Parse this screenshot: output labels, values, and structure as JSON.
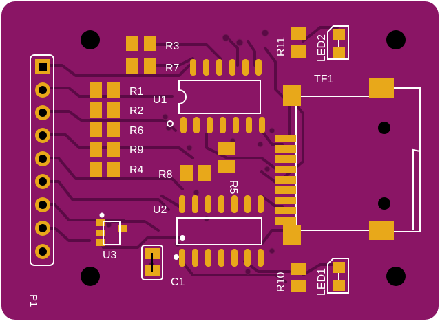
{
  "colors": {
    "board": "#8a1565",
    "copper": "#5a0a45",
    "pad": "#e8a81a",
    "silk": "#ffffff",
    "hole": "#000000"
  },
  "labels": {
    "r3": "R3",
    "r7": "R7",
    "r1": "R1",
    "r2": "R2",
    "r6": "R6",
    "r9": "R9",
    "r4": "R4",
    "r8": "R8",
    "r5": "R5",
    "r10": "R10",
    "r11": "R11",
    "u1": "U1",
    "u2": "U2",
    "u3": "U3",
    "c1": "C1",
    "tf1": "TF1",
    "led1": "LED1",
    "led2": "LED2",
    "p1": "P1"
  }
}
